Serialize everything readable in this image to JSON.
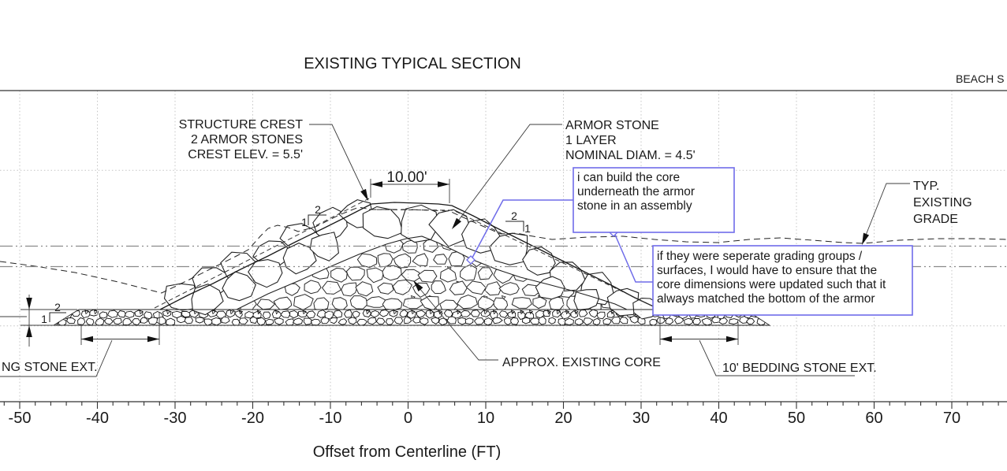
{
  "title": "EXISTING TYPICAL SECTION",
  "corner_label": "BEACH S",
  "axis": {
    "label": "Offset from Centerline (FT)",
    "tick_labels": [
      -50,
      -40,
      -30,
      -20,
      -10,
      0,
      10,
      20,
      30,
      40,
      50,
      60,
      70
    ],
    "major_step": 10,
    "minor_step": 2
  },
  "labels": {
    "structure_crest": [
      "STRUCTURE CREST",
      "2 ARMOR STONES",
      "CREST ELEV. = 5.5'"
    ],
    "armor_stone": [
      "ARMOR STONE",
      "1 LAYER",
      "NOMINAL DIAM. = 4.5'"
    ],
    "typ_existing_grade": [
      "TYP.",
      "EXISTING",
      "GRADE"
    ],
    "approx_existing_core": "APPROX. EXISTING CORE",
    "bedding_ext_right": "10' BEDDING STONE EXT.",
    "bedding_ext_left_clipped": "NG STONE EXT.",
    "crest_width_dim": "10.00'",
    "slope_h": "2",
    "slope_v": "1"
  },
  "comments": [
    {
      "lines": [
        "i can build the core",
        "underneath the armor",
        "stone in an assembly"
      ],
      "text": "i can build the core underneath the armor stone in an assembly"
    },
    {
      "lines": [
        "if they were seperate grading groups /",
        "surfaces, I would have to ensure that the",
        "core dimensions were updated such that it",
        "always matched the bottom of the armor"
      ],
      "text": "if they were seperate grading groups / surfaces, I would have to ensure that the core dimensions were updated such that it always matched the bottom of the armor"
    }
  ],
  "colors": {
    "line": "#1a1a1a",
    "dim": "#3c3c3c",
    "grid": "#c4c4c4",
    "datum_gray": "#8a8a8a",
    "markup_blue": "#6f6ce9"
  },
  "chart_data": {
    "type": "section-diagram",
    "title": "EXISTING TYPICAL SECTION",
    "xlabel": "Offset from Centerline (FT)",
    "x_ticks": [
      -50,
      -40,
      -30,
      -20,
      -10,
      0,
      10,
      20,
      30,
      40,
      50,
      60,
      70
    ],
    "x_range_ft": [
      -52.5,
      77
    ],
    "elevation_range_ft": [
      -20,
      20
    ],
    "elevation_gridlines_ft": [
      20,
      10,
      -10,
      -20
    ],
    "datum_lines_elev_ft": [
      0.25,
      -2.4
    ],
    "crest_elevation_ft": 5.5,
    "crest_width_ft": 10,
    "armor_layers": 1,
    "armor_stones_at_crest": 2,
    "armor_nominal_diam_ft": 4.5,
    "side_slope": "2H:1V",
    "bedding_extension_ft": 10,
    "structure_toe_ft": [
      -32,
      32.5
    ],
    "bedding_extent_ft": [
      -42.4,
      42.5
    ],
    "structure_base_elev_ft": -7.9,
    "bedding_bottom_elev_ft": -9.9
  }
}
